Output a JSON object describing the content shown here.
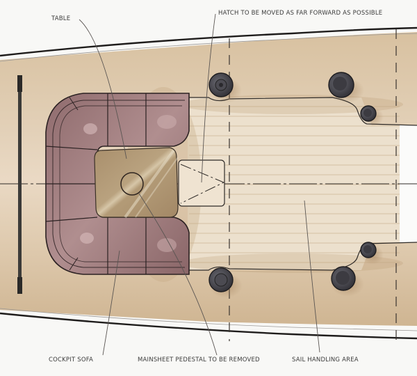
{
  "drawing": {
    "subject": "Yacht cockpit deck plan sketch (top view)",
    "colors": {
      "paper": "#f8f8f6",
      "deck": "#d9c3a3",
      "deck_light": "#e8dac6",
      "deck_shadow": "#b99a78",
      "sofa": "#9c7779",
      "sofa_highlight": "#c6a6a6",
      "table": "#b39b77",
      "winch": "#45444a",
      "ink": "#2f2b28"
    }
  },
  "labels": {
    "table": "TABLE",
    "hatch": "HATCH TO BE MOVED AS FAR FORWARD AS POSSIBLE",
    "cockpit_sofa": "COCKPIT SOFA",
    "mainsheet": "MAINSHEET PEDESTAL TO BE REMOVED",
    "sail_area": "SAIL HANDLING AREA"
  },
  "elements": {
    "winches_count": 6,
    "bulkhead_lines": 2,
    "centerline": true,
    "backstay_bar": true
  }
}
